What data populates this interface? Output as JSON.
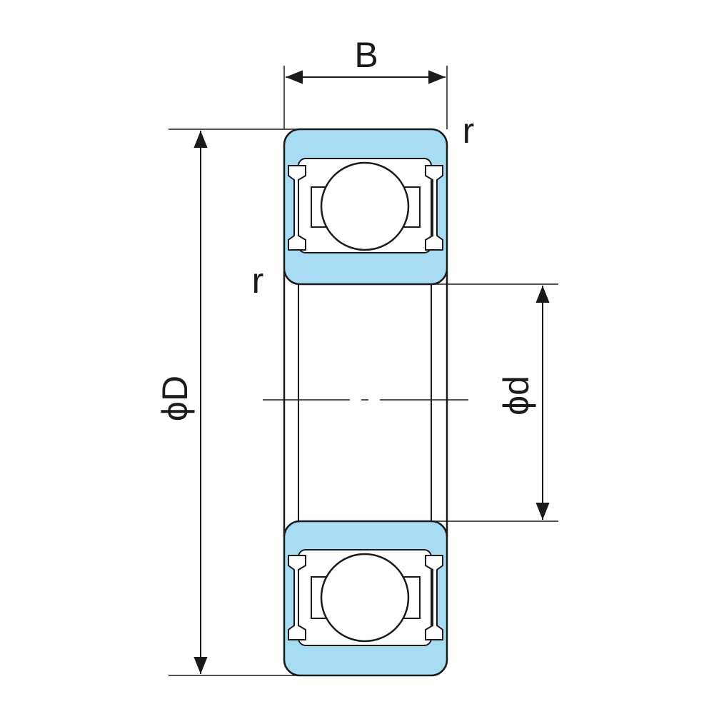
{
  "labels": {
    "width": "B",
    "outer_diameter": "ϕD",
    "inner_diameter": "ϕd",
    "radius_top": "r",
    "radius_left": "r"
  },
  "colors": {
    "race_fill": "#a8dcf5",
    "line": "#1a1a1a",
    "background": "#ffffff"
  }
}
